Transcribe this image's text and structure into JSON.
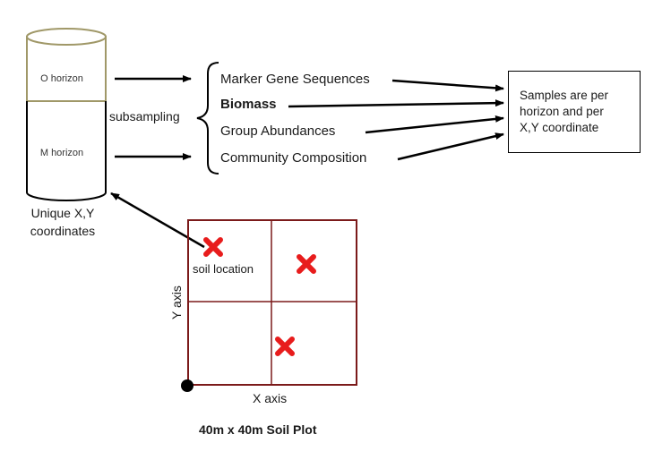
{
  "core": {
    "o_horizon": "O horizon",
    "m_horizon": "M horizon",
    "coordinates_label": [
      "Unique X,Y",
      "coordinates"
    ]
  },
  "subsampling_label": "subsampling",
  "measurements": [
    {
      "label": "Marker Gene Sequences",
      "bold": false
    },
    {
      "label": "Biomass",
      "bold": true
    },
    {
      "label": "Group Abundances",
      "bold": false
    },
    {
      "label": "Community Composition",
      "bold": false
    }
  ],
  "samples_box": [
    "Samples are per",
    "horizon and per",
    "X,Y coordinate"
  ],
  "plot": {
    "soil_location_label": "soil location",
    "x_axis_label": "X axis",
    "y_axis_label": "Y axis",
    "title": "40m x 40m Soil Plot",
    "border_color": "#7b1a1a",
    "marker_color": "#e81c1c"
  }
}
